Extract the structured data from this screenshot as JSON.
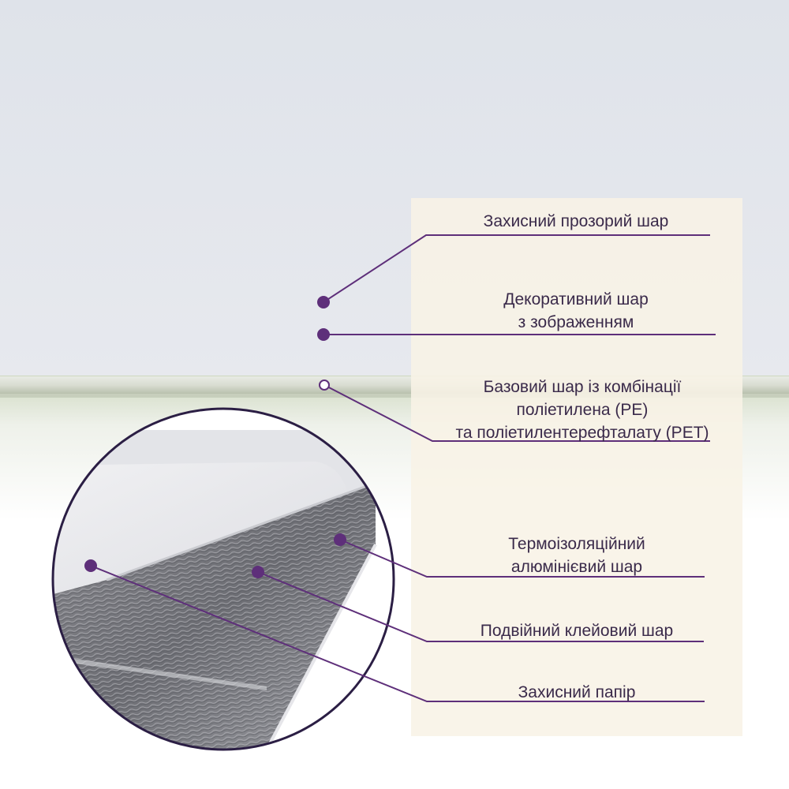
{
  "diagram": {
    "accent_color": "#5e2f7a",
    "layers": [
      {
        "id": "protective-clear",
        "lines": [
          "Захисний прозорий шар"
        ]
      },
      {
        "id": "decorative",
        "lines": [
          "Декоративний шар",
          "з зображенням"
        ]
      },
      {
        "id": "base",
        "lines": [
          "Базовий шар із комбінації",
          "поліетилена (PE)",
          "та поліетилентерефталату (PET)"
        ]
      },
      {
        "id": "thermal-foil",
        "lines": [
          "Термоізоляційний",
          "алюмінієвий шар"
        ]
      },
      {
        "id": "adhesive",
        "lines": [
          "Подвійний клейовий шар"
        ]
      },
      {
        "id": "protective-paper",
        "lines": [
          "Захисний папір"
        ]
      }
    ]
  }
}
